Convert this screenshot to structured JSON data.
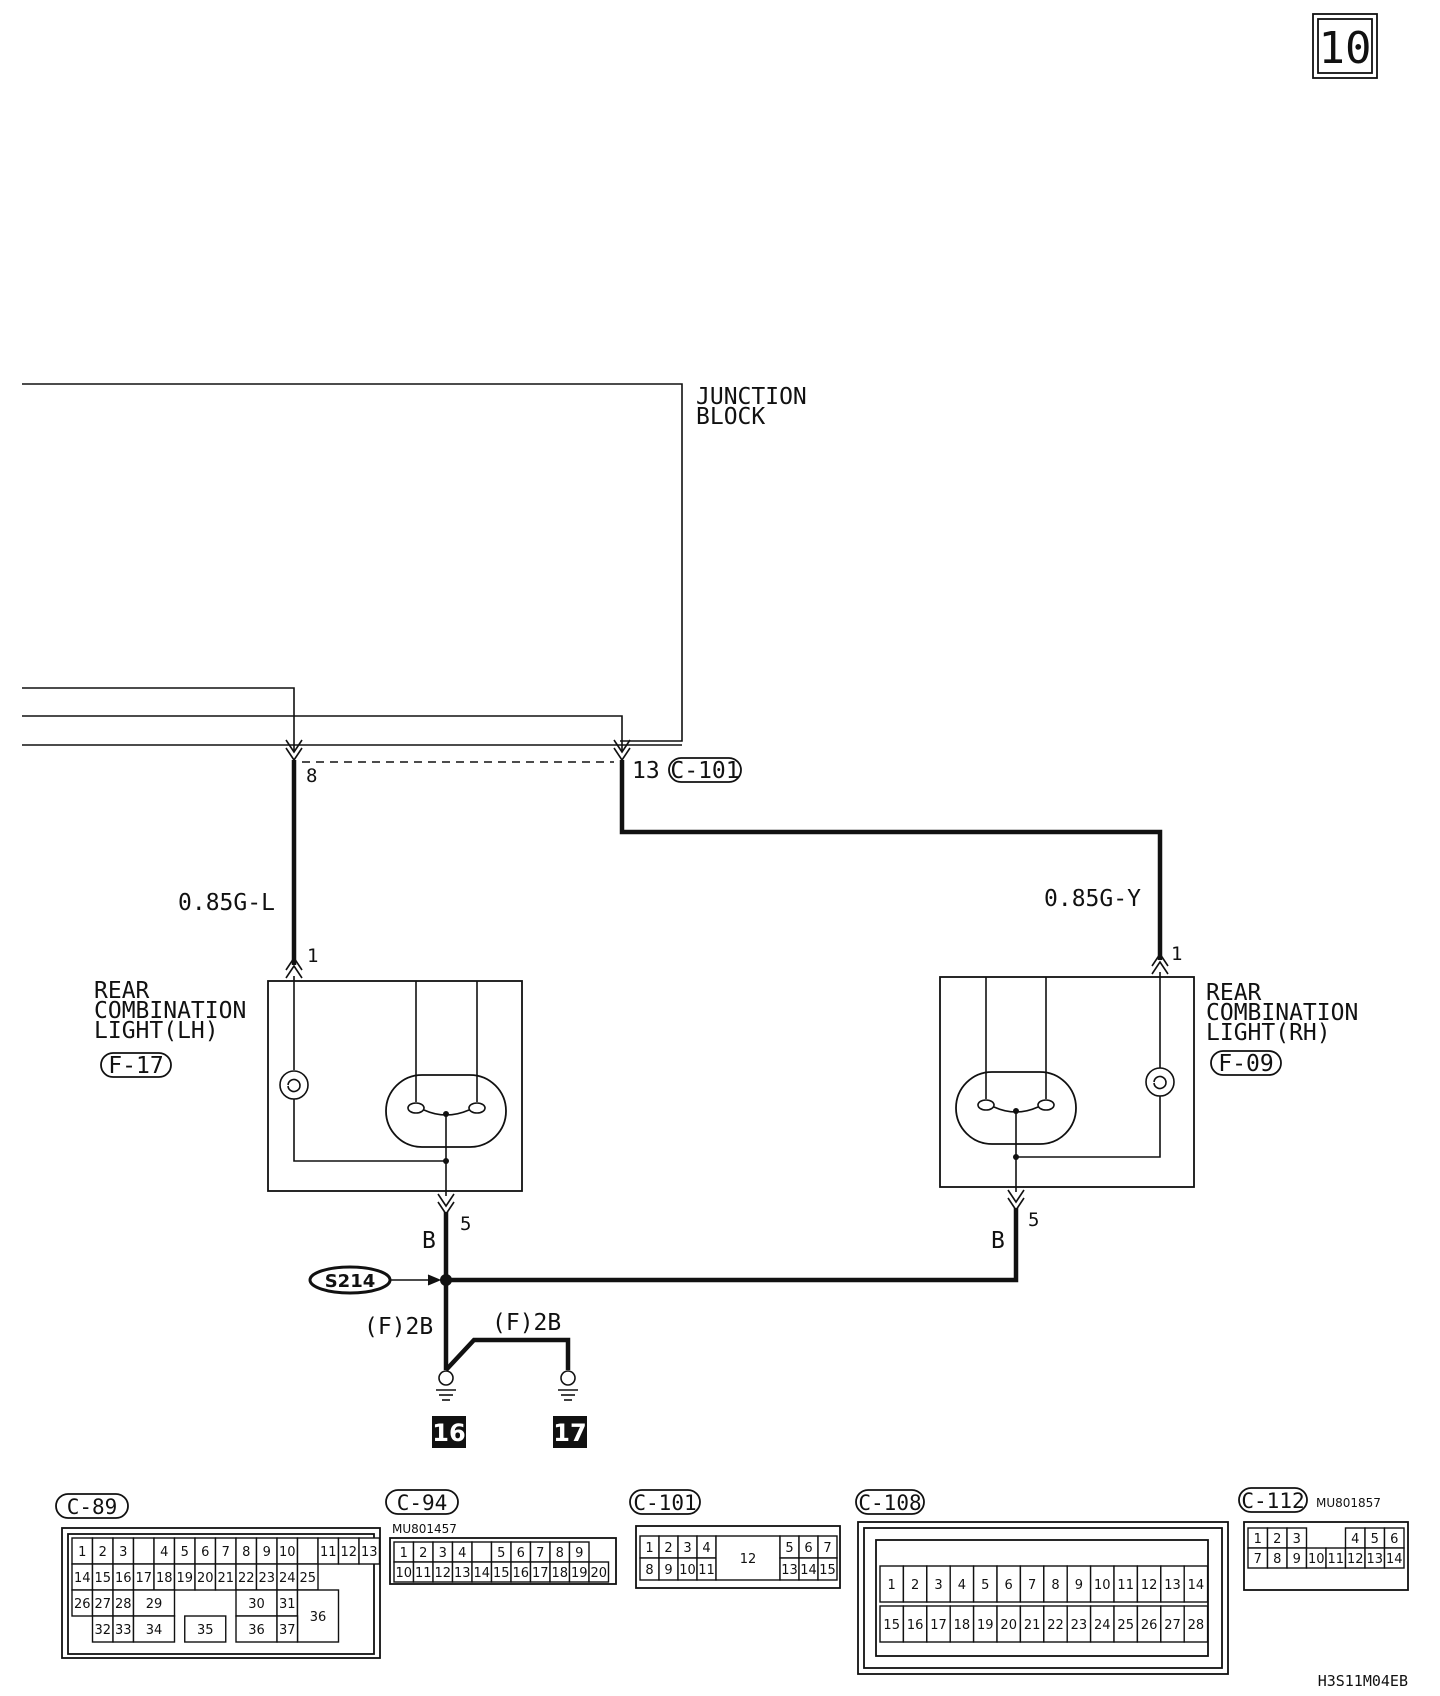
{
  "page_number": "10",
  "junction_block": {
    "line1": "JUNCTION",
    "line2": "BLOCK"
  },
  "connector_c101_ref": "C-101",
  "pins": {
    "lh_top": "8",
    "rh_top": "13",
    "lh_in": "1",
    "rh_in": "1",
    "lh_out": "5",
    "rh_out": "5"
  },
  "wires": {
    "lh": "0.85G-L",
    "rh": "0.85G-Y",
    "lh_ground": "B",
    "rh_ground": "B",
    "ground1": "(F)2B",
    "ground2": "(F)2B"
  },
  "splice": "S214",
  "lamp_lh": {
    "line1": "REAR",
    "line2": "COMBINATION",
    "line3": "LIGHT(LH)",
    "connector": "F-17"
  },
  "lamp_rh": {
    "line1": "REAR",
    "line2": "COMBINATION",
    "line3": "LIGHT(RH)",
    "connector": "F-09"
  },
  "grounds": [
    "16",
    "17"
  ],
  "connectors": {
    "c89": {
      "title": "C-89",
      "part": ""
    },
    "c94": {
      "title": "C-94",
      "part": "MU801457"
    },
    "c101": {
      "title": "C-101",
      "part": ""
    },
    "c108": {
      "title": "C-108",
      "part": ""
    },
    "c112": {
      "title": "C-112",
      "part": "MU801857"
    }
  },
  "c89_pins": {
    "row1": [
      "1",
      "2",
      "3",
      "4",
      "5",
      "6",
      "7",
      "8",
      "9",
      "10",
      "11",
      "12",
      "13"
    ],
    "row2": [
      "14",
      "15",
      "16",
      "17",
      "18",
      "19",
      "20",
      "21",
      "22",
      "23",
      "24",
      "25"
    ],
    "row3": [
      "26",
      "27",
      "28",
      "29",
      "30",
      "31",
      "36"
    ],
    "row4": [
      "32",
      "33",
      "34",
      "35",
      "36",
      "37"
    ]
  },
  "c94_pins": {
    "row1": [
      "1",
      "2",
      "3",
      "4",
      "5",
      "6",
      "7",
      "8",
      "9"
    ],
    "row2": [
      "10",
      "11",
      "12",
      "13",
      "14",
      "15",
      "16",
      "17",
      "18",
      "19",
      "20"
    ]
  },
  "c101_pins": {
    "left1": [
      "1",
      "2",
      "3",
      "4"
    ],
    "left2": [
      "8",
      "9",
      "10",
      "11"
    ],
    "mid": "12",
    "right1": [
      "5",
      "6",
      "7"
    ],
    "right2": [
      "13",
      "14",
      "15"
    ]
  },
  "c108_pins": {
    "row1": [
      "1",
      "2",
      "3",
      "4",
      "5",
      "6",
      "7",
      "8",
      "9",
      "10",
      "11",
      "12",
      "13",
      "14"
    ],
    "row2": [
      "15",
      "16",
      "17",
      "18",
      "19",
      "20",
      "21",
      "22",
      "23",
      "24",
      "25",
      "26",
      "27",
      "28"
    ]
  },
  "c112_pins": {
    "left1": [
      "1",
      "2",
      "3"
    ],
    "right1": [
      "4",
      "5",
      "6"
    ],
    "row2": [
      "7",
      "8",
      "9",
      "10",
      "11",
      "12",
      "13",
      "14"
    ]
  },
  "figure_code": "H3S11M04EB"
}
